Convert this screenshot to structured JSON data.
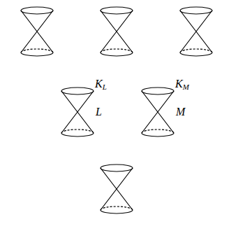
{
  "diagram": {
    "labels": [
      "KL",
      "KM",
      "L",
      "M"
    ]
  }
}
